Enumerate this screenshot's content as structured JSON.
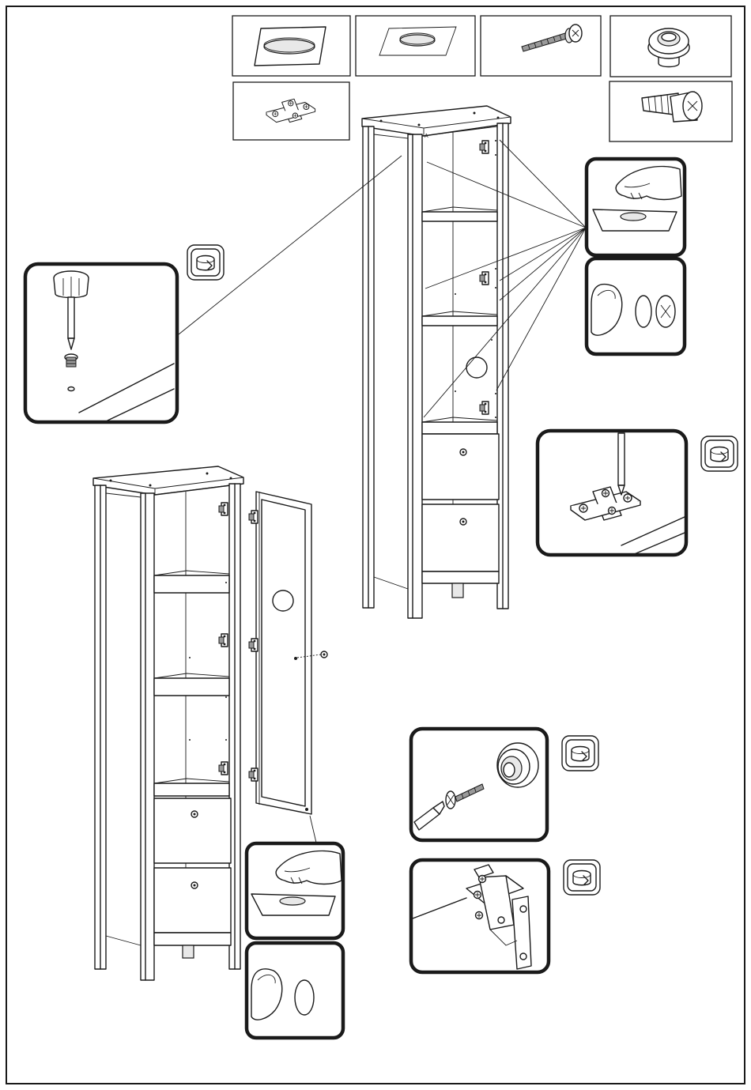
{
  "parts": [
    {
      "id": "cover-cap-large",
      "icon": "cover-cap-icon"
    },
    {
      "id": "cover-cap-small",
      "icon": "cover-cap-icon"
    },
    {
      "id": "knob-screw",
      "icon": "screw-icon"
    },
    {
      "id": "knob",
      "icon": "knob-icon"
    },
    {
      "id": "hinge-mounting-plate",
      "icon": "hinge-plate-icon"
    },
    {
      "id": "euro-screw",
      "icon": "euro-screw-icon"
    }
  ],
  "panel_marker": "A",
  "tool_icon": "screwdriver-icon",
  "manual_tool_icon": "manual-screwdriver-icon"
}
